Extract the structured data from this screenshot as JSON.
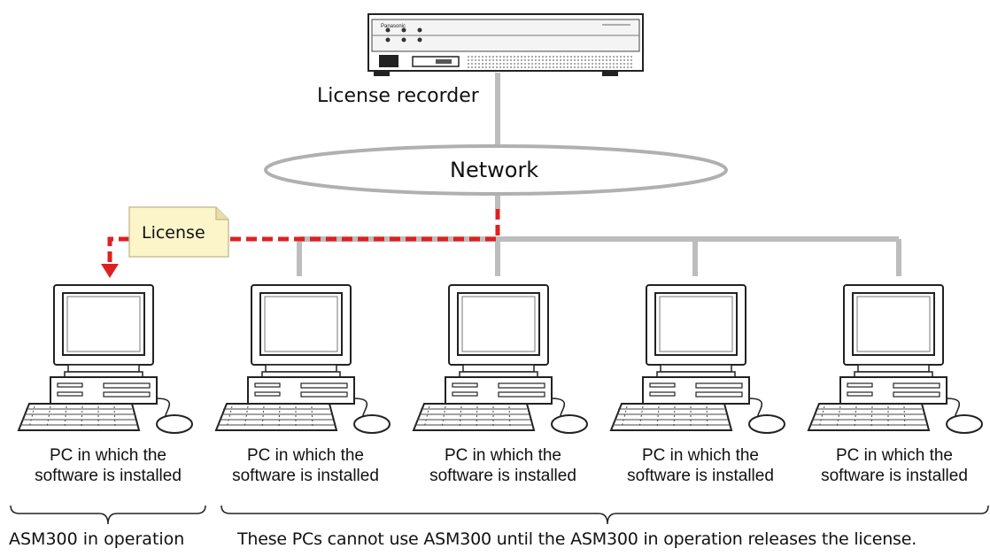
{
  "recorder": {
    "label": "License recorder",
    "brand": "Panasonic"
  },
  "network": {
    "label": "Network"
  },
  "license": {
    "label": "License"
  },
  "pcs": [
    {
      "line1": "PC in which the",
      "line2": "software is installed"
    },
    {
      "line1": "PC in which the",
      "line2": "software is installed"
    },
    {
      "line1": "PC in which the",
      "line2": "software is installed"
    },
    {
      "line1": "PC in which the",
      "line2": "software is installed"
    },
    {
      "line1": "PC in which the",
      "line2": "software is installed"
    }
  ],
  "groups": {
    "active": "ASM300 in operation",
    "waiting": "These PCs cannot use ASM300 until the ASM300 in operation releases the license."
  },
  "colors": {
    "line": "#bdbdbd",
    "license_path": "#e02020",
    "note": "#fbf5c9"
  }
}
